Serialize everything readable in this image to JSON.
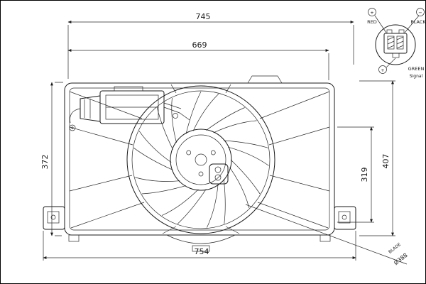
{
  "drawing": {
    "dimensions": {
      "top_outer": "745",
      "top_inner": "669",
      "left_height": "372",
      "right_inner_height": "319",
      "right_outer_height": "407",
      "bottom_width": "754"
    },
    "blade": {
      "label": "BLADE",
      "diameter": "Ø388"
    },
    "connector": {
      "positive": "RED",
      "negative": "BLACK",
      "signal_color": "GREEN",
      "signal_text": "Signal",
      "plus_symbol": "+",
      "minus_symbol": "−"
    }
  }
}
